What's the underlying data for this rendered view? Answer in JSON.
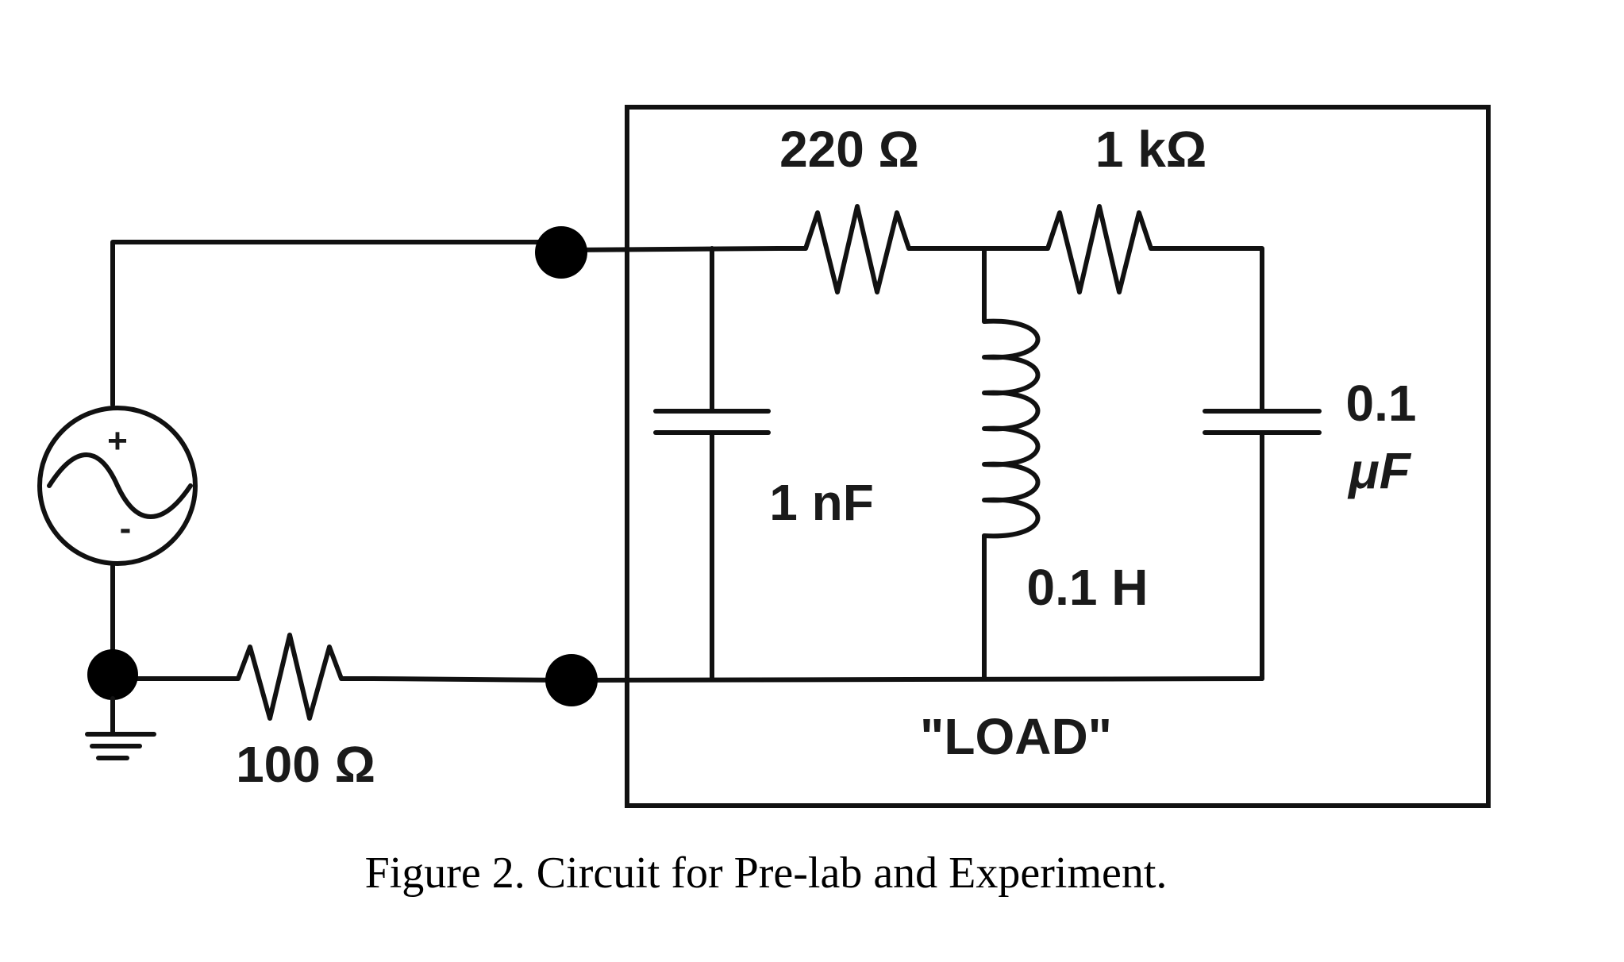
{
  "figure": {
    "caption": "Figure 2. Circuit for Pre-lab and Experiment.",
    "box_label": "\"LOAD\""
  },
  "components": {
    "source": {
      "plus": "+",
      "minus": "-"
    },
    "r_source": {
      "label": "100 Ω"
    },
    "r1": {
      "label": "220 Ω"
    },
    "r2": {
      "label": "1 kΩ"
    },
    "c1": {
      "label": "1 nF"
    },
    "l1": {
      "label": "0.1 H"
    },
    "c2": {
      "label_line1": "0.1",
      "label_line2": "μF"
    }
  }
}
